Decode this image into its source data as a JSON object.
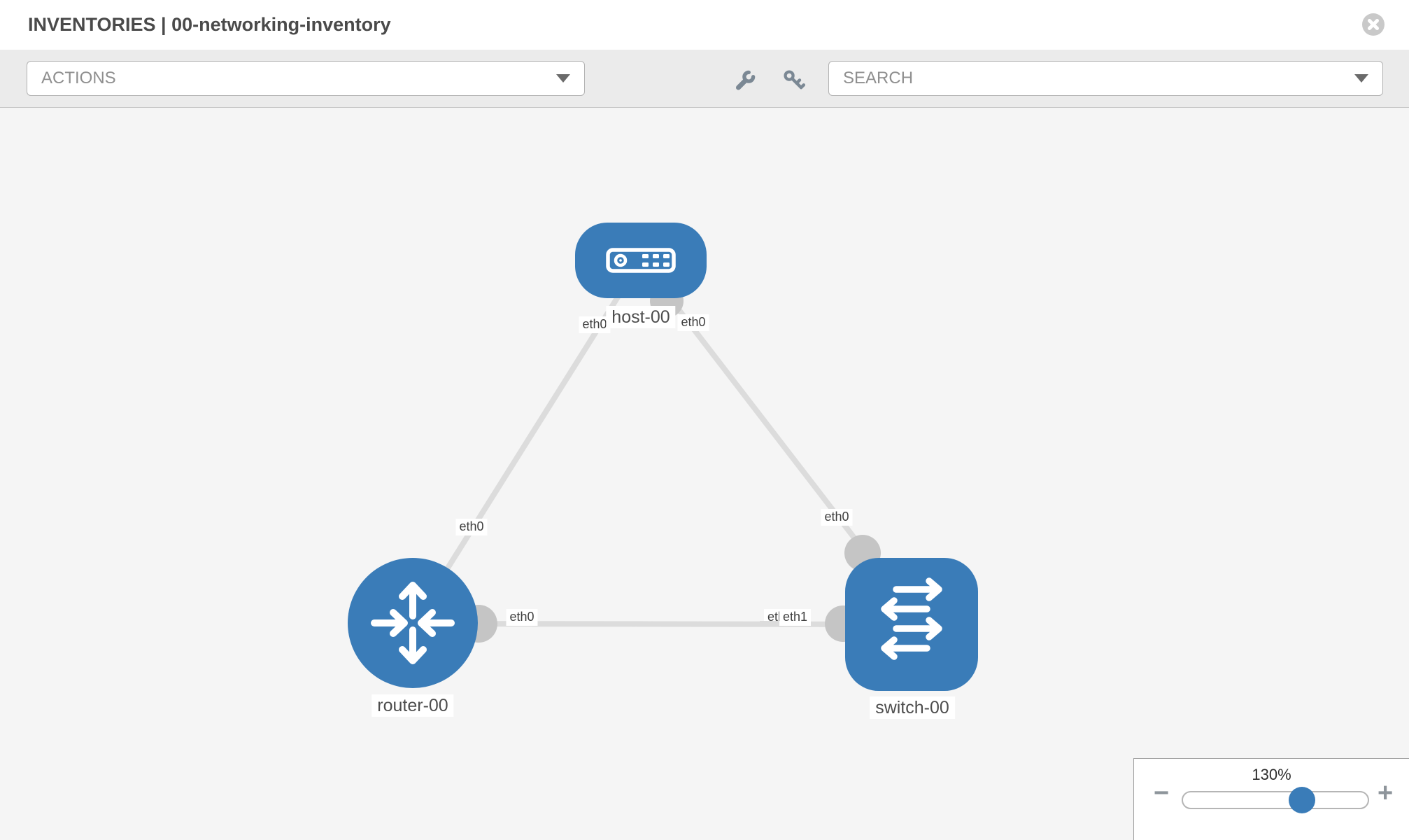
{
  "header": {
    "title": "INVENTORIES | 00-networking-inventory"
  },
  "toolbar": {
    "actions": {
      "label": "ACTIONS"
    },
    "search": {
      "label": "SEARCH"
    },
    "icons": {
      "wrench": "wrench-icon",
      "key": "key-icon"
    }
  },
  "topology": {
    "nodes": [
      {
        "id": "host-00",
        "type": "host",
        "label": "host-00"
      },
      {
        "id": "router-00",
        "type": "router",
        "label": "router-00"
      },
      {
        "id": "switch-00",
        "type": "switch",
        "label": "switch-00"
      }
    ],
    "links": [
      {
        "source": "host-00",
        "target": "router-00",
        "source_interface": "eth0",
        "target_interface": "eth0"
      },
      {
        "source": "host-00",
        "target": "switch-00",
        "source_interface": "eth0",
        "target_interface": "eth0"
      },
      {
        "source": "router-00",
        "target": "switch-00",
        "source_interface": "eth0",
        "target_interface_visible": "etleth1"
      }
    ],
    "interface_labels": {
      "host_left": "eth0",
      "host_right": "eth0",
      "link_host_router_mid": "eth0",
      "link_host_switch_mid": "eth0",
      "router_right": "eth0",
      "switch_left_partial": "etl",
      "switch_left_front": "eth1"
    }
  },
  "zoom": {
    "level": "130%",
    "minus": "−",
    "plus": "+",
    "slider_percent": 64.5
  },
  "colors": {
    "node_blue": "#3a7cb8",
    "link_gray": "#dcdcdc",
    "port_gray": "#c5c5c5",
    "canvas_bg": "#f5f5f5",
    "toolbar_bg": "#ebebeb"
  }
}
